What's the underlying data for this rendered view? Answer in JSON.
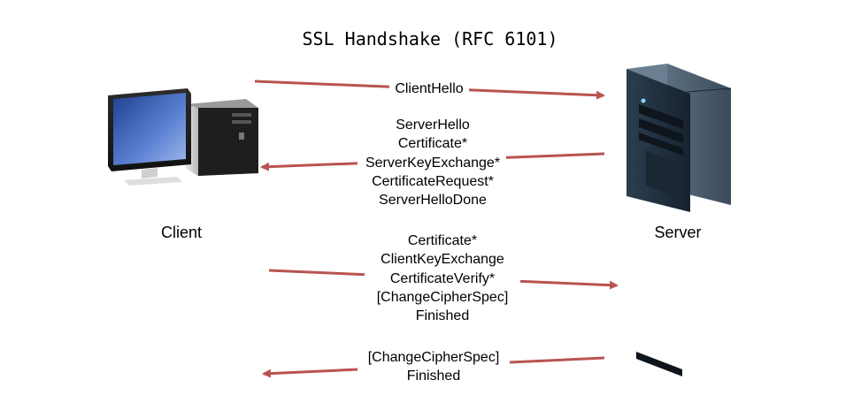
{
  "title": "SSL Handshake (RFC 6101)",
  "nodes": {
    "client": "Client",
    "server": "Server"
  },
  "messages": [
    {
      "direction": "client-to-server",
      "lines": [
        "ClientHello"
      ]
    },
    {
      "direction": "server-to-client",
      "lines": [
        "ServerHello",
        "Certificate*",
        "ServerKeyExchange*",
        "CertificateRequest*",
        "ServerHelloDone"
      ]
    },
    {
      "direction": "client-to-server",
      "lines": [
        "Certificate*",
        "ClientKeyExchange",
        "CertificateVerify*",
        "[ChangeCipherSpec]",
        "Finished"
      ]
    },
    {
      "direction": "server-to-client",
      "lines": [
        "[ChangeCipherSpec]",
        "Finished"
      ]
    }
  ],
  "colors": {
    "arrow": "#b85450",
    "text": "#000000"
  },
  "icons": {
    "client": "desktop-computer-icon",
    "server": "server-tower-icon"
  }
}
